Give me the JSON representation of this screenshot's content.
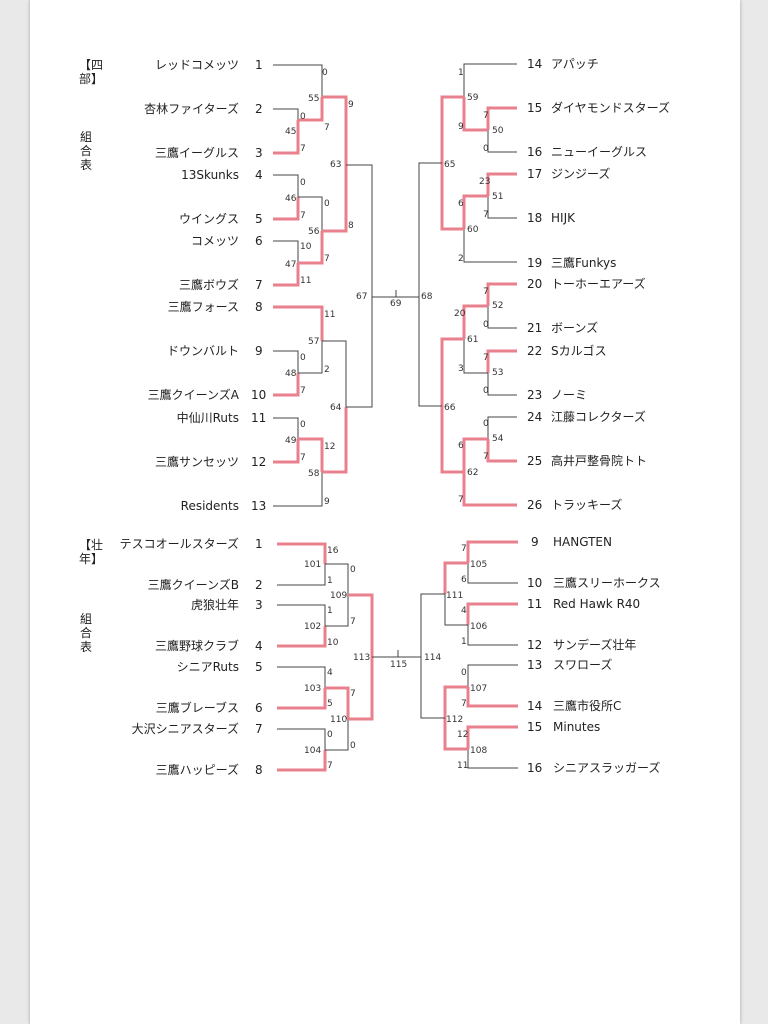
{
  "sections": [
    {
      "id": "yonbu",
      "title": "【四部】",
      "subtitle": "組合表",
      "left_teams": [
        {
          "seed": "1",
          "name": "レッドコメッツ"
        },
        {
          "seed": "2",
          "name": "杏林ファイターズ"
        },
        {
          "seed": "3",
          "name": "三鷹イーグルス"
        },
        {
          "seed": "4",
          "name": "13Skunks"
        },
        {
          "seed": "5",
          "name": "ウイングス"
        },
        {
          "seed": "6",
          "name": "コメッツ"
        },
        {
          "seed": "7",
          "name": "三鷹ボウズ"
        },
        {
          "seed": "8",
          "name": "三鷹フォース"
        },
        {
          "seed": "9",
          "name": "ドウンバルト"
        },
        {
          "seed": "10",
          "name": "三鷹クイーンズA"
        },
        {
          "seed": "11",
          "name": "中仙川Ruts"
        },
        {
          "seed": "12",
          "name": "三鷹サンセッツ"
        },
        {
          "seed": "13",
          "name": "Residents"
        }
      ],
      "right_teams": [
        {
          "seed": "14",
          "name": "アパッチ"
        },
        {
          "seed": "15",
          "name": "ダイヤモンドスターズ"
        },
        {
          "seed": "16",
          "name": "ニューイーグルス"
        },
        {
          "seed": "17",
          "name": "ジンジーズ"
        },
        {
          "seed": "18",
          "name": "HIJK"
        },
        {
          "seed": "19",
          "name": "三鷹Funkys"
        },
        {
          "seed": "20",
          "name": "トーホーエアーズ"
        },
        {
          "seed": "21",
          "name": "ボーンズ"
        },
        {
          "seed": "22",
          "name": "Sカルゴス"
        },
        {
          "seed": "23",
          "name": "ノーミ"
        },
        {
          "seed": "24",
          "name": "江藤コレクターズ"
        },
        {
          "seed": "25",
          "name": "高井戸整骨院トト"
        },
        {
          "seed": "26",
          "name": "トラッキーズ"
        }
      ],
      "game_numbers": [
        "45",
        "46",
        "47",
        "48",
        "49",
        "55",
        "56",
        "57",
        "58",
        "63",
        "64",
        "67",
        "69",
        "68",
        "65",
        "66",
        "59",
        "60",
        "61",
        "62",
        "50",
        "51",
        "52",
        "53",
        "54"
      ],
      "scores": [
        "0",
        "0",
        "7",
        "55",
        "9",
        "7",
        "0",
        "46",
        "0",
        "7",
        "10",
        "56",
        "8",
        "47",
        "7",
        "11",
        "63",
        "11",
        "57",
        "0",
        "2",
        "48",
        "7",
        "0",
        "49",
        "12",
        "7",
        "58",
        "9",
        "64",
        "1",
        "59",
        "7",
        "9",
        "50",
        "0",
        "23",
        "51",
        "6",
        "7",
        "60",
        "2",
        "65",
        "7",
        "20",
        "52",
        "0",
        "61",
        "7",
        "3",
        "53",
        "0",
        "0",
        "54",
        "6",
        "7",
        "62",
        "7",
        "66"
      ]
    },
    {
      "id": "sonen",
      "title": "【壮年】",
      "subtitle": "組合表",
      "left_teams": [
        {
          "seed": "1",
          "name": "テスコオールスターズ"
        },
        {
          "seed": "2",
          "name": "三鷹クイーンズB"
        },
        {
          "seed": "3",
          "name": "虎狼壮年"
        },
        {
          "seed": "4",
          "name": "三鷹野球クラブ"
        },
        {
          "seed": "5",
          "name": "シニアRuts"
        },
        {
          "seed": "6",
          "name": "三鷹ブレーブス"
        },
        {
          "seed": "7",
          "name": "大沢シニアスターズ"
        },
        {
          "seed": "8",
          "name": "三鷹ハッピーズ"
        }
      ],
      "right_teams": [
        {
          "seed": "9",
          "name": "HANGTEN"
        },
        {
          "seed": "10",
          "name": "三鷹スリーホークス"
        },
        {
          "seed": "11",
          "name": "Red Hawk R40"
        },
        {
          "seed": "12",
          "name": "サンデーズ壮年"
        },
        {
          "seed": "13",
          "name": "スワローズ"
        },
        {
          "seed": "14",
          "name": "三鷹市役所C"
        },
        {
          "seed": "15",
          "name": "Minutes"
        },
        {
          "seed": "16",
          "name": "シニアスラッガーズ"
        }
      ],
      "game_numbers": [
        "101",
        "102",
        "103",
        "104",
        "109",
        "110",
        "113",
        "115",
        "114",
        "111",
        "112",
        "105",
        "106",
        "107",
        "108"
      ],
      "scores": [
        "16",
        "1",
        "0",
        "1",
        "10",
        "7",
        "4",
        "5",
        "7",
        "0",
        "7",
        "0",
        "7",
        "6",
        "4",
        "1",
        "0",
        "7",
        "12",
        "11"
      ]
    }
  ],
  "colors": {
    "win_line": "#e8808e",
    "line": "#444444"
  }
}
